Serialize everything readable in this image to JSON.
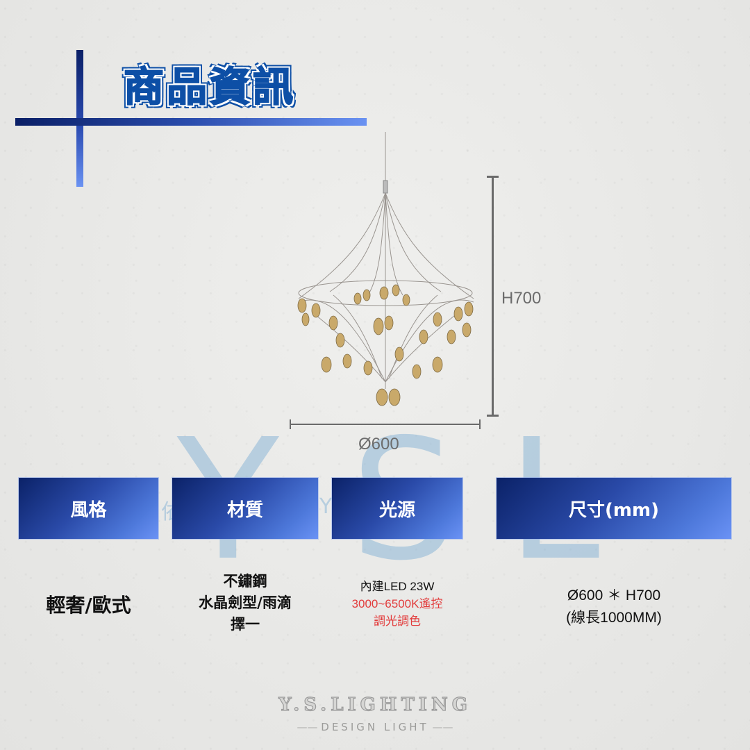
{
  "header": {
    "title": "商品資訊",
    "accent_dark": "#0a1f66",
    "accent_light": "#6a92f2"
  },
  "watermark": {
    "letters": [
      "Y",
      "S",
      "L"
    ],
    "fragments": [
      "依",
      "Y"
    ],
    "color": "#78aad2"
  },
  "product_image": {
    "description": "crystal chandelier with wire frame and amber teardrop crystals",
    "dimensions": {
      "height_label": "H700",
      "diameter_label": "Ø600"
    }
  },
  "spec_table": {
    "columns": [
      {
        "header": "風格",
        "value_lines": [
          "輕奢/歐式"
        ]
      },
      {
        "header": "材質",
        "value_lines": [
          "不鏽鋼",
          "水晶劍型/雨滴",
          "擇一"
        ]
      },
      {
        "header": "光源",
        "value_lines": [
          "內建LED 23W",
          "3000~6500K遙控",
          "調光調色"
        ],
        "highlight_lines": [
          1,
          2
        ],
        "highlight_color": "#e23c3c"
      },
      {
        "header": "尺寸(mm)",
        "value_lines": [
          "Ø600 ＊ H700",
          "(線長1000MM)"
        ]
      }
    ]
  },
  "footer": {
    "brand": "Y.S.LIGHTING",
    "tagline": "DESIGN LIGHT"
  }
}
